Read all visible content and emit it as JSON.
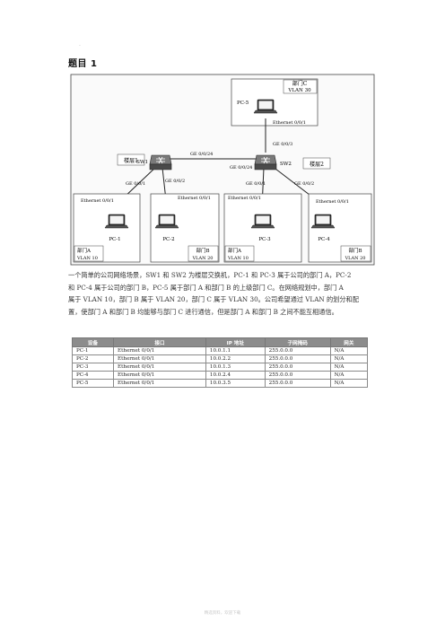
{
  "header_mark": ".",
  "title": "题目 1",
  "diagram": {
    "dept_c": {
      "name": "部门C",
      "vlan": "VLAN 30"
    },
    "pc5": "PC-5",
    "pc5_port": "Ethernet 0/0/1",
    "sw2_top_port": "GE 0/0/3",
    "floor1": "楼层1",
    "floor2": "楼层2",
    "sw1": "SW1",
    "sw2": "SW2",
    "sw1_trunk": "GE 0/0/24",
    "sw2_trunk": "GE 0/0/24",
    "sw1_p1": "GE 0/0/1",
    "sw1_p2": "GE 0/0/2",
    "sw2_p1": "GE 0/0/1",
    "sw2_p2": "GE 0/0/2",
    "pc1_port": "Ethernet 0/0/1",
    "pc2_port": "Ethernet 0/0/1",
    "pc3_port": "Ethernet 0/0/1",
    "pc4_port": "Ethernet 0/0/1",
    "pc1": "PC-1",
    "pc2": "PC-2",
    "pc3": "PC-3",
    "pc4": "PC-4",
    "dept_a1": {
      "name": "部门A",
      "vlan": "VLAN 10"
    },
    "dept_b1": {
      "name": "部门B",
      "vlan": "VLAN 20"
    },
    "dept_a2": {
      "name": "部门A",
      "vlan": "VLAN 10"
    },
    "dept_b2": {
      "name": "部门B",
      "vlan": "VLAN 20"
    }
  },
  "paragraph": [
    "一个简单的公司网络场景，SW1 和 SW2 为楼层交换机，PC-1 和 PC-3 属于公司的部门 A，PC-2",
    "和 PC-4 属于公司的部门 B，PC-5 属于部门 A 和部门 B 的上级部门 C。在网络规划中，部门 A",
    "属于 VLAN 10，部门 B 属于 VLAN 20，部门 C 属于 VLAN 30。公司希望通过 VLAN 的划分和配",
    "置，使部门 A 和部门 B 均能够与部门 C 进行通信，但是部门 A 和部门 B 之间不能互相通信。"
  ],
  "table": {
    "headers": [
      "设备",
      "接口",
      "IP 地址",
      "子网掩码",
      "网关"
    ],
    "rows": [
      [
        "PC-1",
        "Ethernet 0/0/1",
        "10.0.1.1",
        "255.0.0.0",
        "N/A"
      ],
      [
        "PC-2",
        "Ethernet 0/0/1",
        "10.0.2.2",
        "255.0.0.0",
        "N/A"
      ],
      [
        "PC-3",
        "Ethernet 0/0/1",
        "10.0.1.3",
        "255.0.0.0",
        "N/A"
      ],
      [
        "PC-4",
        "Ethernet 0/0/1",
        "10.0.2.4",
        "255.0.0.0",
        "N/A"
      ],
      [
        "PC-5",
        "Ethernet 0/0/1",
        "10.0.3.5",
        "255.0.0.0",
        "N/A"
      ]
    ]
  },
  "footer": "精选资料，欢迎下载"
}
